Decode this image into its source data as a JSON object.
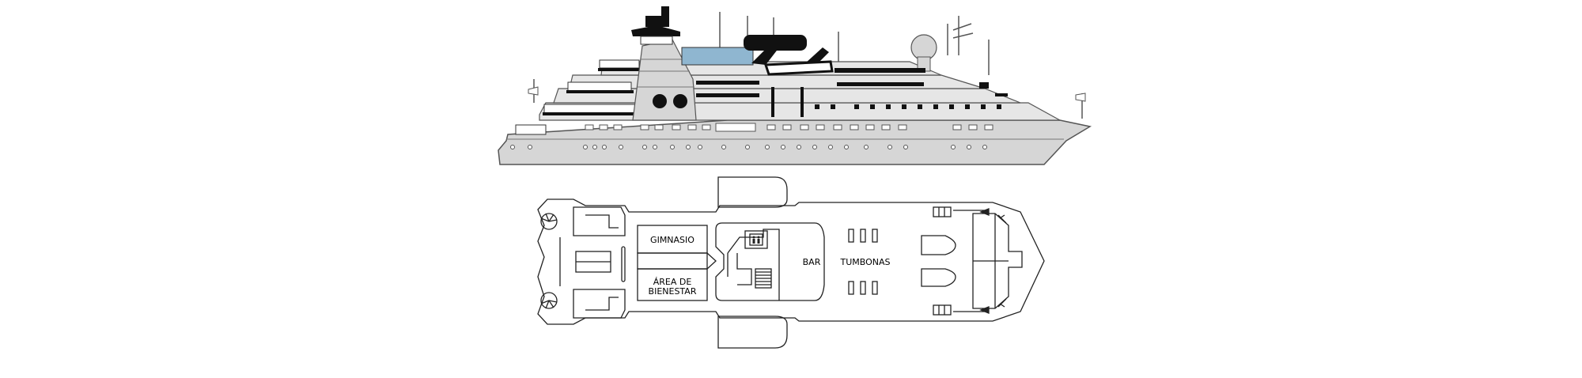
{
  "diagram": {
    "ship_profile": {},
    "deck_plan": {
      "rooms": [
        {
          "id": "gym",
          "label": "GIMNASIO"
        },
        {
          "id": "wellness",
          "label_lines": [
            "ÁREA DE",
            "BIENESTAR"
          ]
        },
        {
          "id": "bar",
          "label": "BAR"
        },
        {
          "id": "sunbeds",
          "label": "TUMBONAS"
        }
      ]
    }
  },
  "colors": {
    "hull": "#d6d6d6",
    "superstructure": "#e6e6e6",
    "outline": "#555555",
    "black": "#111111",
    "glass": "#8fb6d0",
    "deck_bg": "#ffffff",
    "deck_line": "#222222"
  }
}
